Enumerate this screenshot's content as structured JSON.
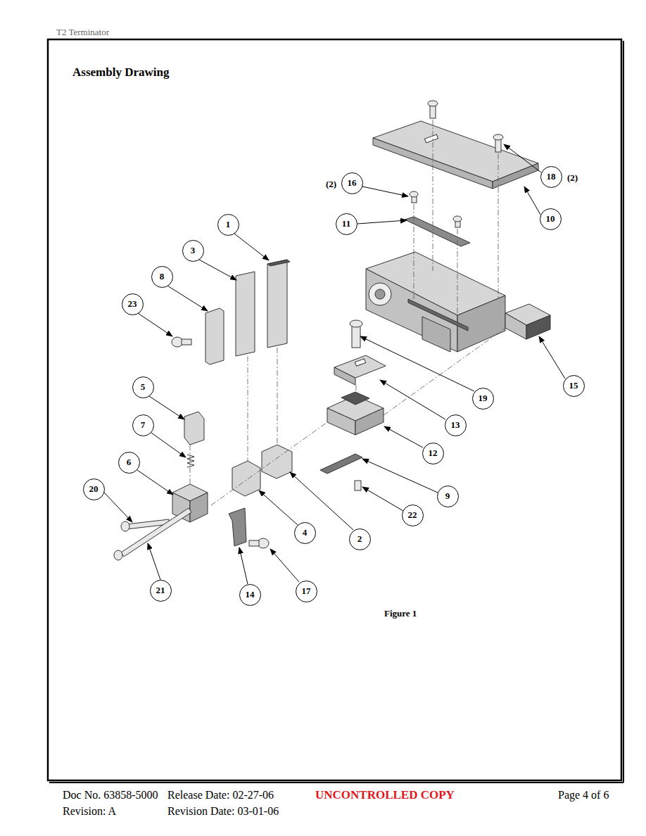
{
  "diagram": {
    "title": "Assembly Drawing",
    "caption": "Figure 1",
    "nodes": [
      {
        "text": [
          "18"
        ]
      },
      {
        "text": [
          "16"
        ]
      },
      {
        "text": [
          "10"
        ]
      },
      {
        "text": [
          "11"
        ]
      },
      {
        "text": [
          "1"
        ]
      },
      {
        "text": [
          "3"
        ]
      },
      {
        "text": [
          "8"
        ]
      },
      {
        "text": [
          "23"
        ]
      },
      {
        "text": [
          "15"
        ]
      },
      {
        "text": [
          "5"
        ]
      },
      {
        "text": [
          "19"
        ]
      },
      {
        "text": [
          "13"
        ]
      },
      {
        "text": [
          "7"
        ]
      },
      {
        "text": [
          "12"
        ]
      },
      {
        "text": [
          "6"
        ]
      },
      {
        "text": [
          "20"
        ]
      },
      {
        "text": [
          "9"
        ]
      },
      {
        "text": [
          "22"
        ]
      },
      {
        "text": [
          "4"
        ]
      },
      {
        "text": [
          "2"
        ]
      },
      {
        "text": [
          "21"
        ]
      },
      {
        "text": [
          "14"
        ]
      },
      {
        "text": [
          "17"
        ]
      }
    ],
    "labels": [
      "T2 Terminator",
      "(2)",
      "(2)",
      "Doc No. 63858-5000",
      "Release Date: 02-27-06",
      "UNCONTROLLED COPY",
      "Page 4 of 6",
      "Revision: A",
      "Revision Date: 03-01-06"
    ]
  }
}
